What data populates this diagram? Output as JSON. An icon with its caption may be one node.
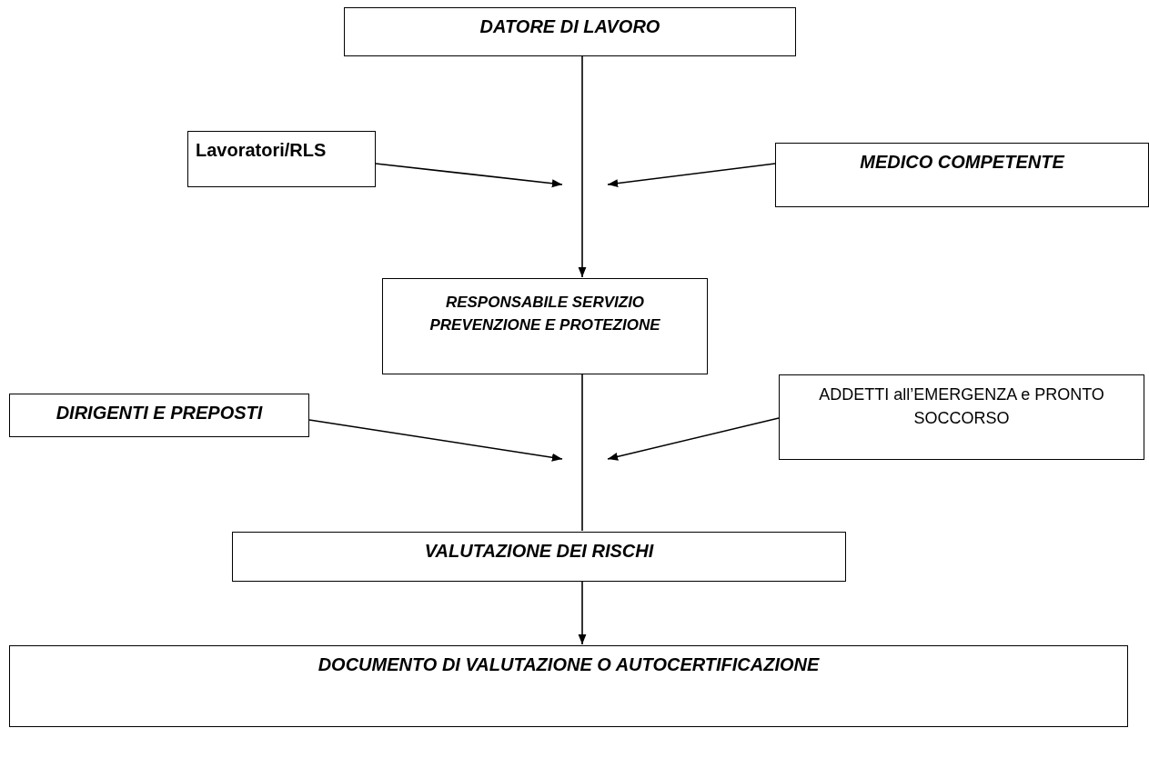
{
  "diagram": {
    "nodes": [
      {
        "text": [
          "DATORE DI LAVORO"
        ]
      },
      {
        "text": [
          "Lavoratori/RLS"
        ]
      },
      {
        "text": [
          "MEDICO COMPETENTE"
        ]
      },
      {
        "text": [
          "RESPONSABILE SERVIZIO PREVENZIONE E PROTEZIONE"
        ]
      },
      {
        "text": [
          "DIRIGENTI E PREPOSTI"
        ]
      },
      {
        "text": [
          "ADDETTI all’EMERGENZA e PRONTO SOCCORSO"
        ]
      },
      {
        "text": [
          "VALUTAZIONE DEI RISCHI"
        ]
      },
      {
        "text": [
          "DOCUMENTO DI VALUTAZIONE O AUTOCERTIFICAZIONE"
        ]
      }
    ],
    "edges": [
      {
        "from": 0,
        "to": 3,
        "arrow": "to"
      },
      {
        "from": 1,
        "to": null,
        "arrow": "to"
      },
      {
        "from": 2,
        "to": null,
        "arrow": "to"
      },
      {
        "from": 3,
        "to": 6,
        "arrow": "none"
      },
      {
        "from": 4,
        "to": null,
        "arrow": "to"
      },
      {
        "from": 5,
        "to": null,
        "arrow": "to"
      },
      {
        "from": 6,
        "to": 7,
        "arrow": "to"
      }
    ]
  }
}
